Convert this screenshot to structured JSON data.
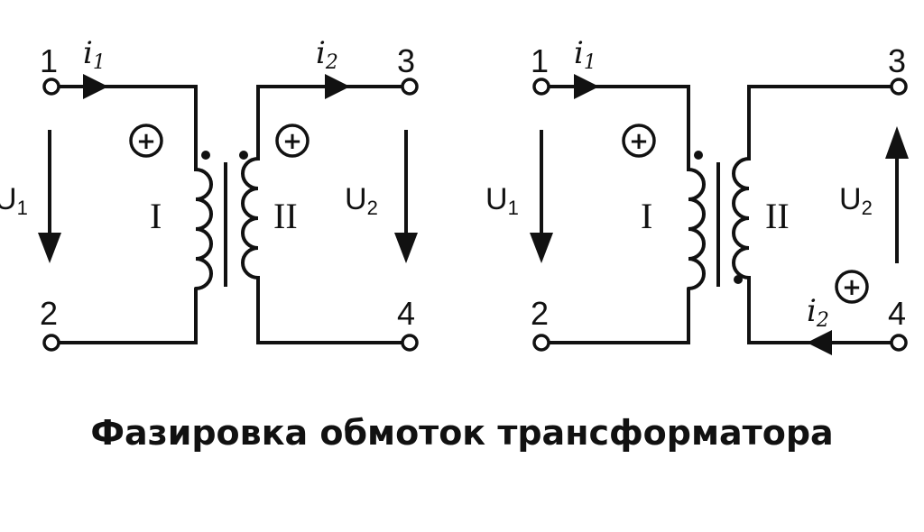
{
  "caption": "Фазировка обмоток трансформатора",
  "diagrams": [
    {
      "terminals": [
        "1",
        "2",
        "3",
        "4"
      ],
      "current_primary": {
        "symbol": "i",
        "index": "1"
      },
      "current_secondary": {
        "symbol": "i",
        "index": "2"
      },
      "voltage_primary": {
        "symbol": "U",
        "index": "1"
      },
      "voltage_secondary": {
        "symbol": "U",
        "index": "2"
      },
      "winding_primary": "I",
      "winding_secondary": "II",
      "polarity_mark": "+"
    },
    {
      "terminals": [
        "1",
        "2",
        "3",
        "4"
      ],
      "current_primary": {
        "symbol": "i",
        "index": "1"
      },
      "current_secondary": {
        "symbol": "i",
        "index": "2"
      },
      "voltage_primary": {
        "symbol": "U",
        "index": "1"
      },
      "voltage_secondary": {
        "symbol": "U",
        "index": "2"
      },
      "winding_primary": "I",
      "winding_secondary": "II",
      "polarity_mark": "+"
    }
  ]
}
